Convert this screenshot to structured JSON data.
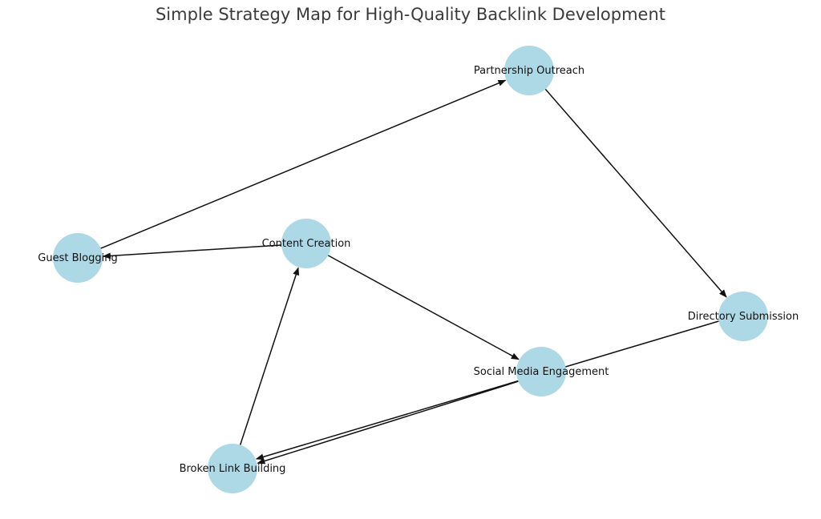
{
  "title": "Simple Strategy Map for High-Quality Backlink Development",
  "colors": {
    "node_fill": "#add8e6",
    "edge": "#111111",
    "title": "#3b3b3b",
    "label": "#111111"
  },
  "nodes": [
    {
      "id": "partnership-outreach",
      "label": "Partnership Outreach"
    },
    {
      "id": "guest-blogging",
      "label": "Guest Blogging"
    },
    {
      "id": "content-creation",
      "label": "Content Creation"
    },
    {
      "id": "directory-submission",
      "label": "Directory Submission"
    },
    {
      "id": "social-media-engagement",
      "label": "Social Media Engagement"
    },
    {
      "id": "broken-link-building",
      "label": "Broken Link Building"
    }
  ],
  "edges": [
    {
      "from": "content-creation",
      "to": "guest-blogging"
    },
    {
      "from": "guest-blogging",
      "to": "partnership-outreach"
    },
    {
      "from": "partnership-outreach",
      "to": "directory-submission"
    },
    {
      "from": "content-creation",
      "to": "social-media-engagement"
    },
    {
      "from": "directory-submission",
      "to": "broken-link-building"
    },
    {
      "from": "social-media-engagement",
      "to": "broken-link-building"
    },
    {
      "from": "broken-link-building",
      "to": "content-creation"
    }
  ]
}
